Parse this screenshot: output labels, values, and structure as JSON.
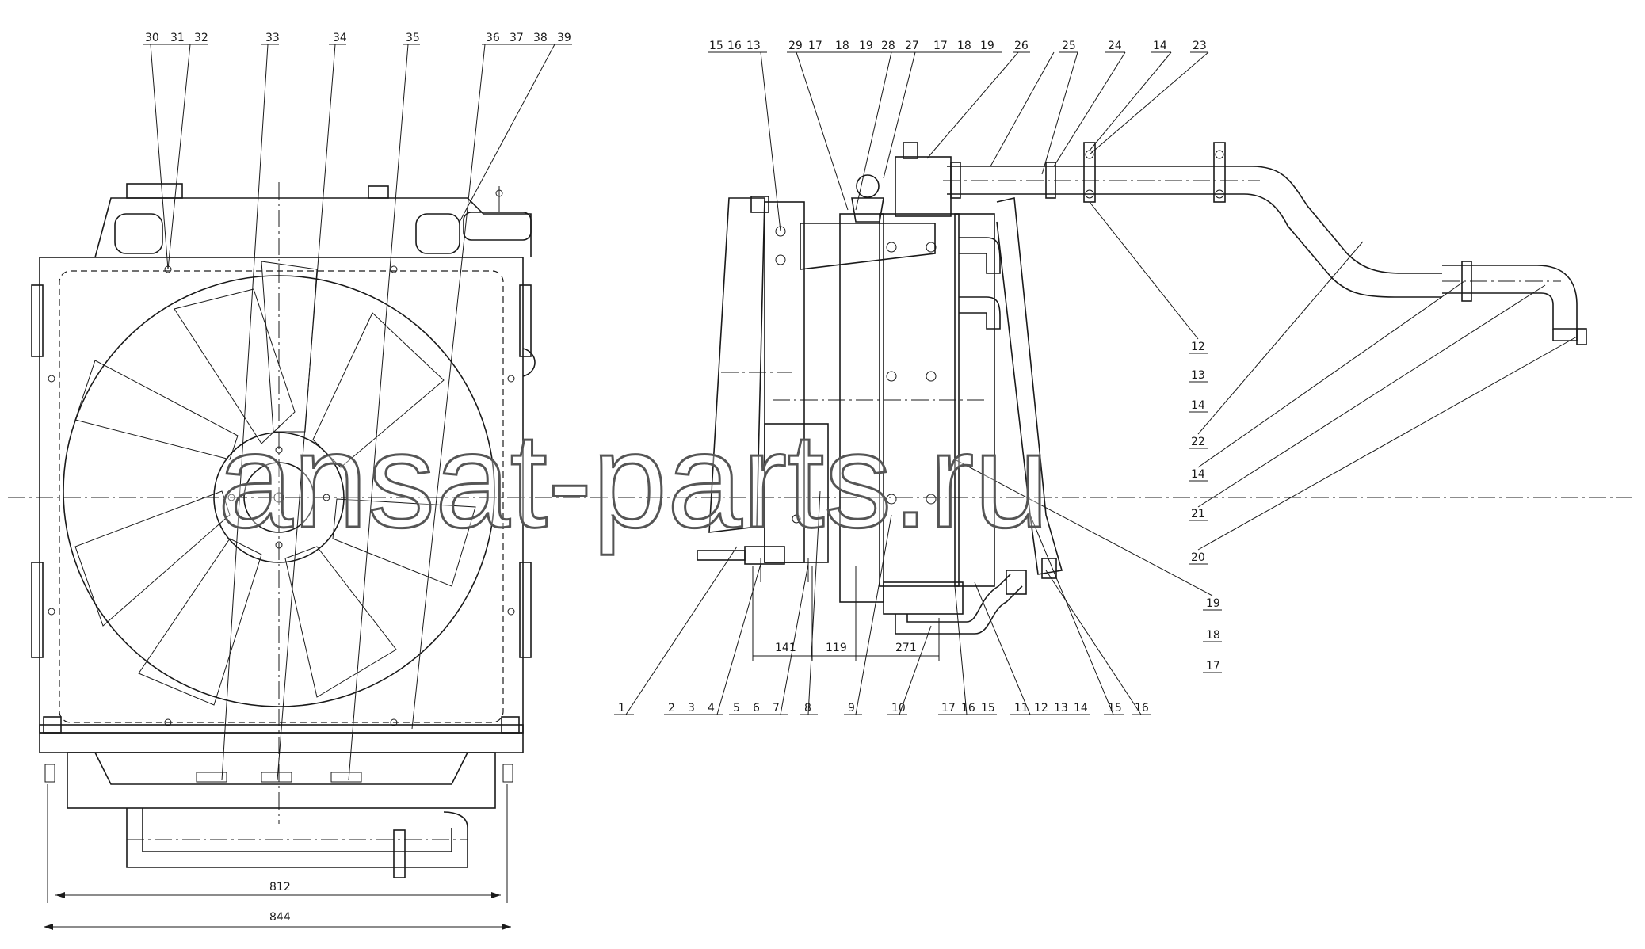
{
  "watermark": "ansat-parts.ru",
  "front_view": {
    "callouts": [
      "30",
      "31",
      "32",
      "33",
      "34",
      "35",
      "36",
      "37",
      "38",
      "39"
    ],
    "dim_inner": "812",
    "dim_outer": "844"
  },
  "side_view": {
    "top_callouts": [
      "15",
      "16",
      "13",
      "29",
      "17",
      "18",
      "19",
      "28",
      "27",
      "17",
      "18",
      "19",
      "26",
      "25",
      "24",
      "14",
      "23"
    ],
    "bottom_callouts": [
      "1",
      "2",
      "3",
      "4",
      "5",
      "6",
      "7",
      "8",
      "9",
      "10",
      "17",
      "16",
      "15",
      "11",
      "12",
      "13",
      "14",
      "15",
      "16"
    ],
    "right_callouts": [
      "12",
      "13",
      "14",
      "22",
      "14",
      "21",
      "20",
      "19",
      "18",
      "17"
    ],
    "dims": [
      "141",
      "119",
      "271"
    ]
  }
}
